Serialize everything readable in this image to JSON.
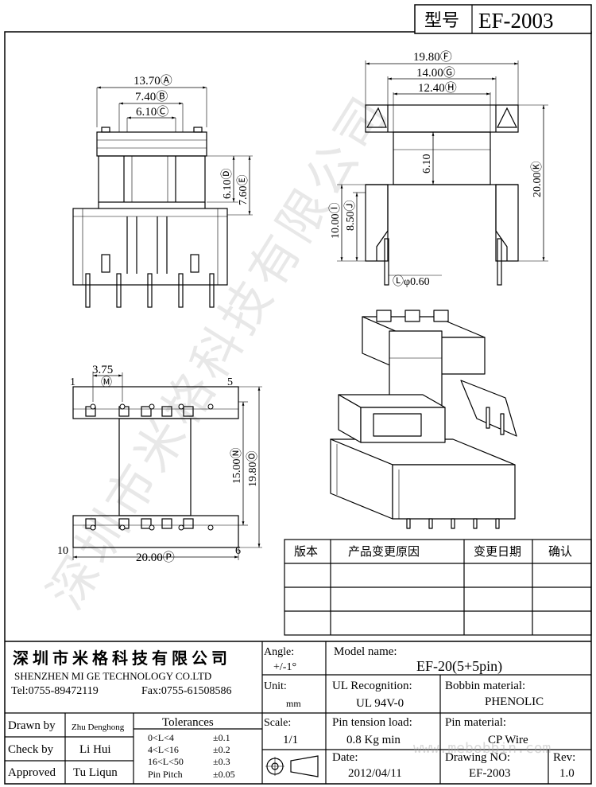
{
  "title_block": {
    "type_label": "型号",
    "part_no": "EF-2003"
  },
  "dims": {
    "front_w": "13.70Ⓐ",
    "front_b": "7.40Ⓑ",
    "front_c": "6.10Ⓒ",
    "front_d": "6.10Ⓓ",
    "front_e": "7.60Ⓔ",
    "side_f": "19.80Ⓕ",
    "side_g": "14.00Ⓖ",
    "side_h": "12.40Ⓗ",
    "side_inner": "6.10",
    "side_k": "20.00Ⓚ",
    "side_i": "10.00Ⓘ",
    "side_j": "8.50Ⓙ",
    "pin_l": "Ⓛφ0.60",
    "bot_pitch": "3.75",
    "bot_m": "Ⓜ",
    "bot_n": "15.00Ⓝ",
    "bot_o": "19.80Ⓞ",
    "bot_p": "20.00Ⓟ",
    "pin1": "1",
    "pin5": "5",
    "pin6": "6",
    "pin10": "10"
  },
  "revision_table": {
    "headers": [
      "版本",
      "产品变更原因",
      "变更日期",
      "确认"
    ]
  },
  "watermark": {
    "company": "深圳市米格科技有限公司",
    "url": "www.mebobbin.com"
  },
  "company": {
    "name_cn": "深圳市米格科技有限公司",
    "name_en": "SHENZHEN  MI GE TECHNOLOGY  CO.LTD",
    "tel": "Tel:0755-89472119",
    "fax": "Fax:0755-61508586"
  },
  "people": {
    "drawn_by_label": "Drawn by",
    "drawn_by": "Zhu Denghong",
    "check_by_label": "Check by",
    "check_by": "Li Hui",
    "approved_label": "Approved",
    "approved": "Tu Liqun"
  },
  "tolerances": {
    "title": "Tolerances",
    "rows": [
      {
        "range": "0<L<4",
        "tol": "±0.1"
      },
      {
        "range": "4<L<16",
        "tol": "±0.2"
      },
      {
        "range": "16<L<50",
        "tol": "±0.3"
      },
      {
        "range": "Pin Pitch",
        "tol": "±0.05"
      }
    ]
  },
  "angle": {
    "label": "Angle:",
    "value": "+/-1°"
  },
  "unit": {
    "label": "Unit:",
    "value": "mm"
  },
  "scale": {
    "label": "Scale:",
    "value": "1/1"
  },
  "model": {
    "label": "Model name:",
    "value": "EF-20(5+5pin)"
  },
  "ul": {
    "label": "UL Recognition:",
    "value": "UL 94V-0"
  },
  "bobbin_material": {
    "label": "Bobbin material:",
    "value": "PHENOLIC"
  },
  "pin_tension": {
    "label": "Pin tension load:",
    "value": "0.8 Kg min"
  },
  "pin_material": {
    "label": "Pin material:",
    "value": "CP Wire"
  },
  "date": {
    "label": "Date:",
    "value": "2012/04/11"
  },
  "drawing_no": {
    "label": "Drawing NO:",
    "value": "EF-2003"
  },
  "rev": {
    "label": "Rev:",
    "value": "1.0"
  }
}
